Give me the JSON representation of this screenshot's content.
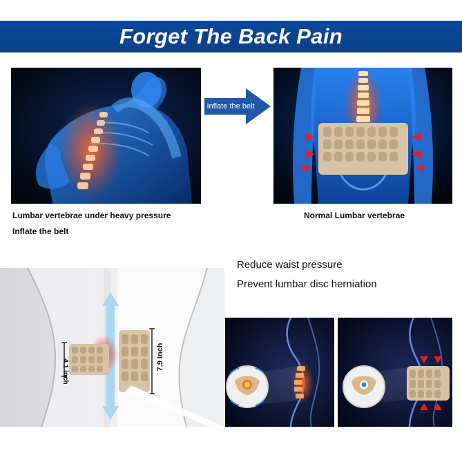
{
  "header": {
    "title": "Forget The Back Pain"
  },
  "arrow": {
    "label": "Inflate the belt"
  },
  "top_left": {
    "caption1": "Lumbar vertebrae under heavy pressure",
    "caption2": "Inflate the belt"
  },
  "top_right": {
    "caption": "Normal Lumbar vertebrae"
  },
  "benefits": {
    "line1": "Reduce waist pressure",
    "line2": "Prevent lumbar disc herniation"
  },
  "measure": {
    "left": "4.1 inch",
    "right": "7.9 inch"
  },
  "colors": {
    "banner": "#0d4a9a",
    "arrow": "#1f58a8",
    "belt": "#d9c3a5",
    "spine_glow": "#ff5a1f",
    "body_blue": "#1e7be0"
  },
  "icons": [
    "right-arrow-icon",
    "pressure-arrow-icon"
  ]
}
